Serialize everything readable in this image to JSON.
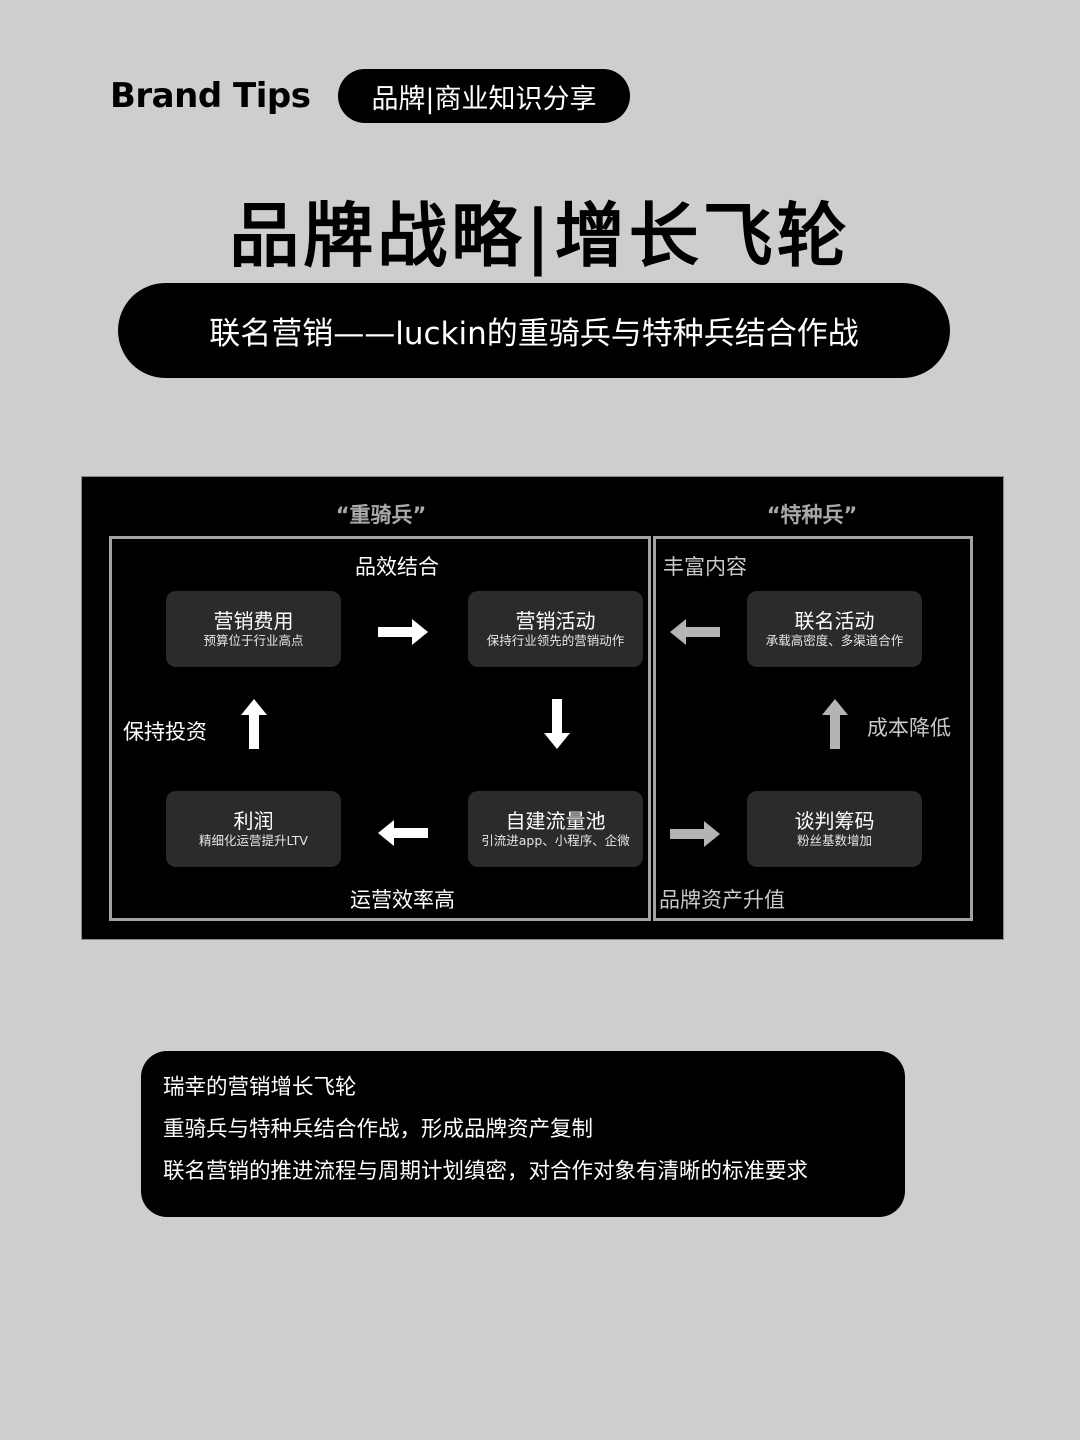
{
  "header": {
    "brand": "Brand Tips",
    "tag": "品牌|商业知识分享"
  },
  "title": "品牌战略|增长飞轮",
  "subtitle": "联名营销——luckin的重骑兵与特种兵结合作战",
  "diagram": {
    "left_group": {
      "title": "“重骑兵”",
      "top_label": "品效结合",
      "side_label": "保持投资",
      "bottom_label": "运营效率高",
      "nodes": [
        {
          "title": "营销费用",
          "sub": "预算位于行业高点"
        },
        {
          "title": "营销活动",
          "sub": "保持行业领先的营销动作"
        },
        {
          "title": "自建流量池",
          "sub": "引流进app、小程序、企微"
        },
        {
          "title": "利润",
          "sub": "精细化运营提升LTV"
        }
      ]
    },
    "right_group": {
      "title": "“特种兵”",
      "top_label": "丰富内容",
      "side_label": "成本降低",
      "bottom_label": "品牌资产升值",
      "nodes": [
        {
          "title": "联名活动",
          "sub": "承载高密度、多渠道合作"
        },
        {
          "title": "谈判筹码",
          "sub": "粉丝基数增加"
        }
      ]
    },
    "colors": {
      "background": "#000000",
      "node": "#2b2b2b",
      "border": "#a3a3a3",
      "arrow_white": "#ffffff",
      "arrow_grey": "#b4b4b4"
    }
  },
  "summary": {
    "lines": [
      "瑞幸的营销增长飞轮",
      "重骑兵与特种兵结合作战，形成品牌资产复制",
      "联名营销的推进流程与周期计划缜密，对合作对象有清晰的标准要求"
    ]
  }
}
